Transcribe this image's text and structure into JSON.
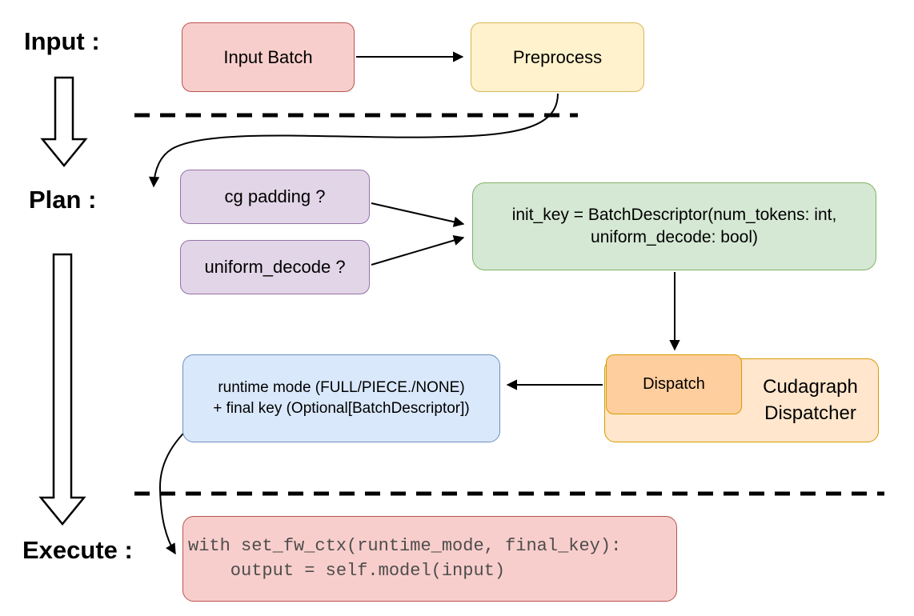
{
  "stages": {
    "input": {
      "label": "Input :"
    },
    "plan": {
      "label": "Plan :"
    },
    "execute": {
      "label": "Execute :"
    }
  },
  "nodes": {
    "input_batch": {
      "label": "Input Batch"
    },
    "preprocess": {
      "label": "Preprocess"
    },
    "cg_padding": {
      "label": "cg padding ?"
    },
    "uniform_decode": {
      "label": "uniform_decode ?"
    },
    "init_key": {
      "line1": "init_key = BatchDescriptor(num_tokens: int,",
      "line2": "uniform_decode: bool)"
    },
    "dispatch": {
      "label": "Dispatch"
    },
    "cudagraph_dispatcher": {
      "line1": "Cudagraph",
      "line2": "Dispatcher"
    },
    "runtime_mode": {
      "line1": "runtime mode (FULL/PIECE./NONE)",
      "line2": "+ final key (Optional[BatchDescriptor])"
    },
    "execute_code": {
      "line1": "with set_fw_ctx(runtime_mode, final_key):",
      "line2": "    output = self.model(input)"
    }
  },
  "colors": {
    "red_fill": "#f8cecc",
    "red_stroke": "#b85450",
    "yellow_fill": "#fff2cc",
    "yellow_stroke": "#d6b656",
    "purple_fill": "#e1d5e7",
    "purple_stroke": "#9673a6",
    "green_fill": "#d5e8d4",
    "green_stroke": "#82b366",
    "orange_fill": "#ffe6cc",
    "orange_dark_fill": "#ffce9e",
    "orange_stroke": "#d79b00",
    "blue_fill": "#dae8fc",
    "blue_stroke": "#6c8ebf",
    "arrow": "#000000",
    "code_text": "#4d4d4d"
  }
}
